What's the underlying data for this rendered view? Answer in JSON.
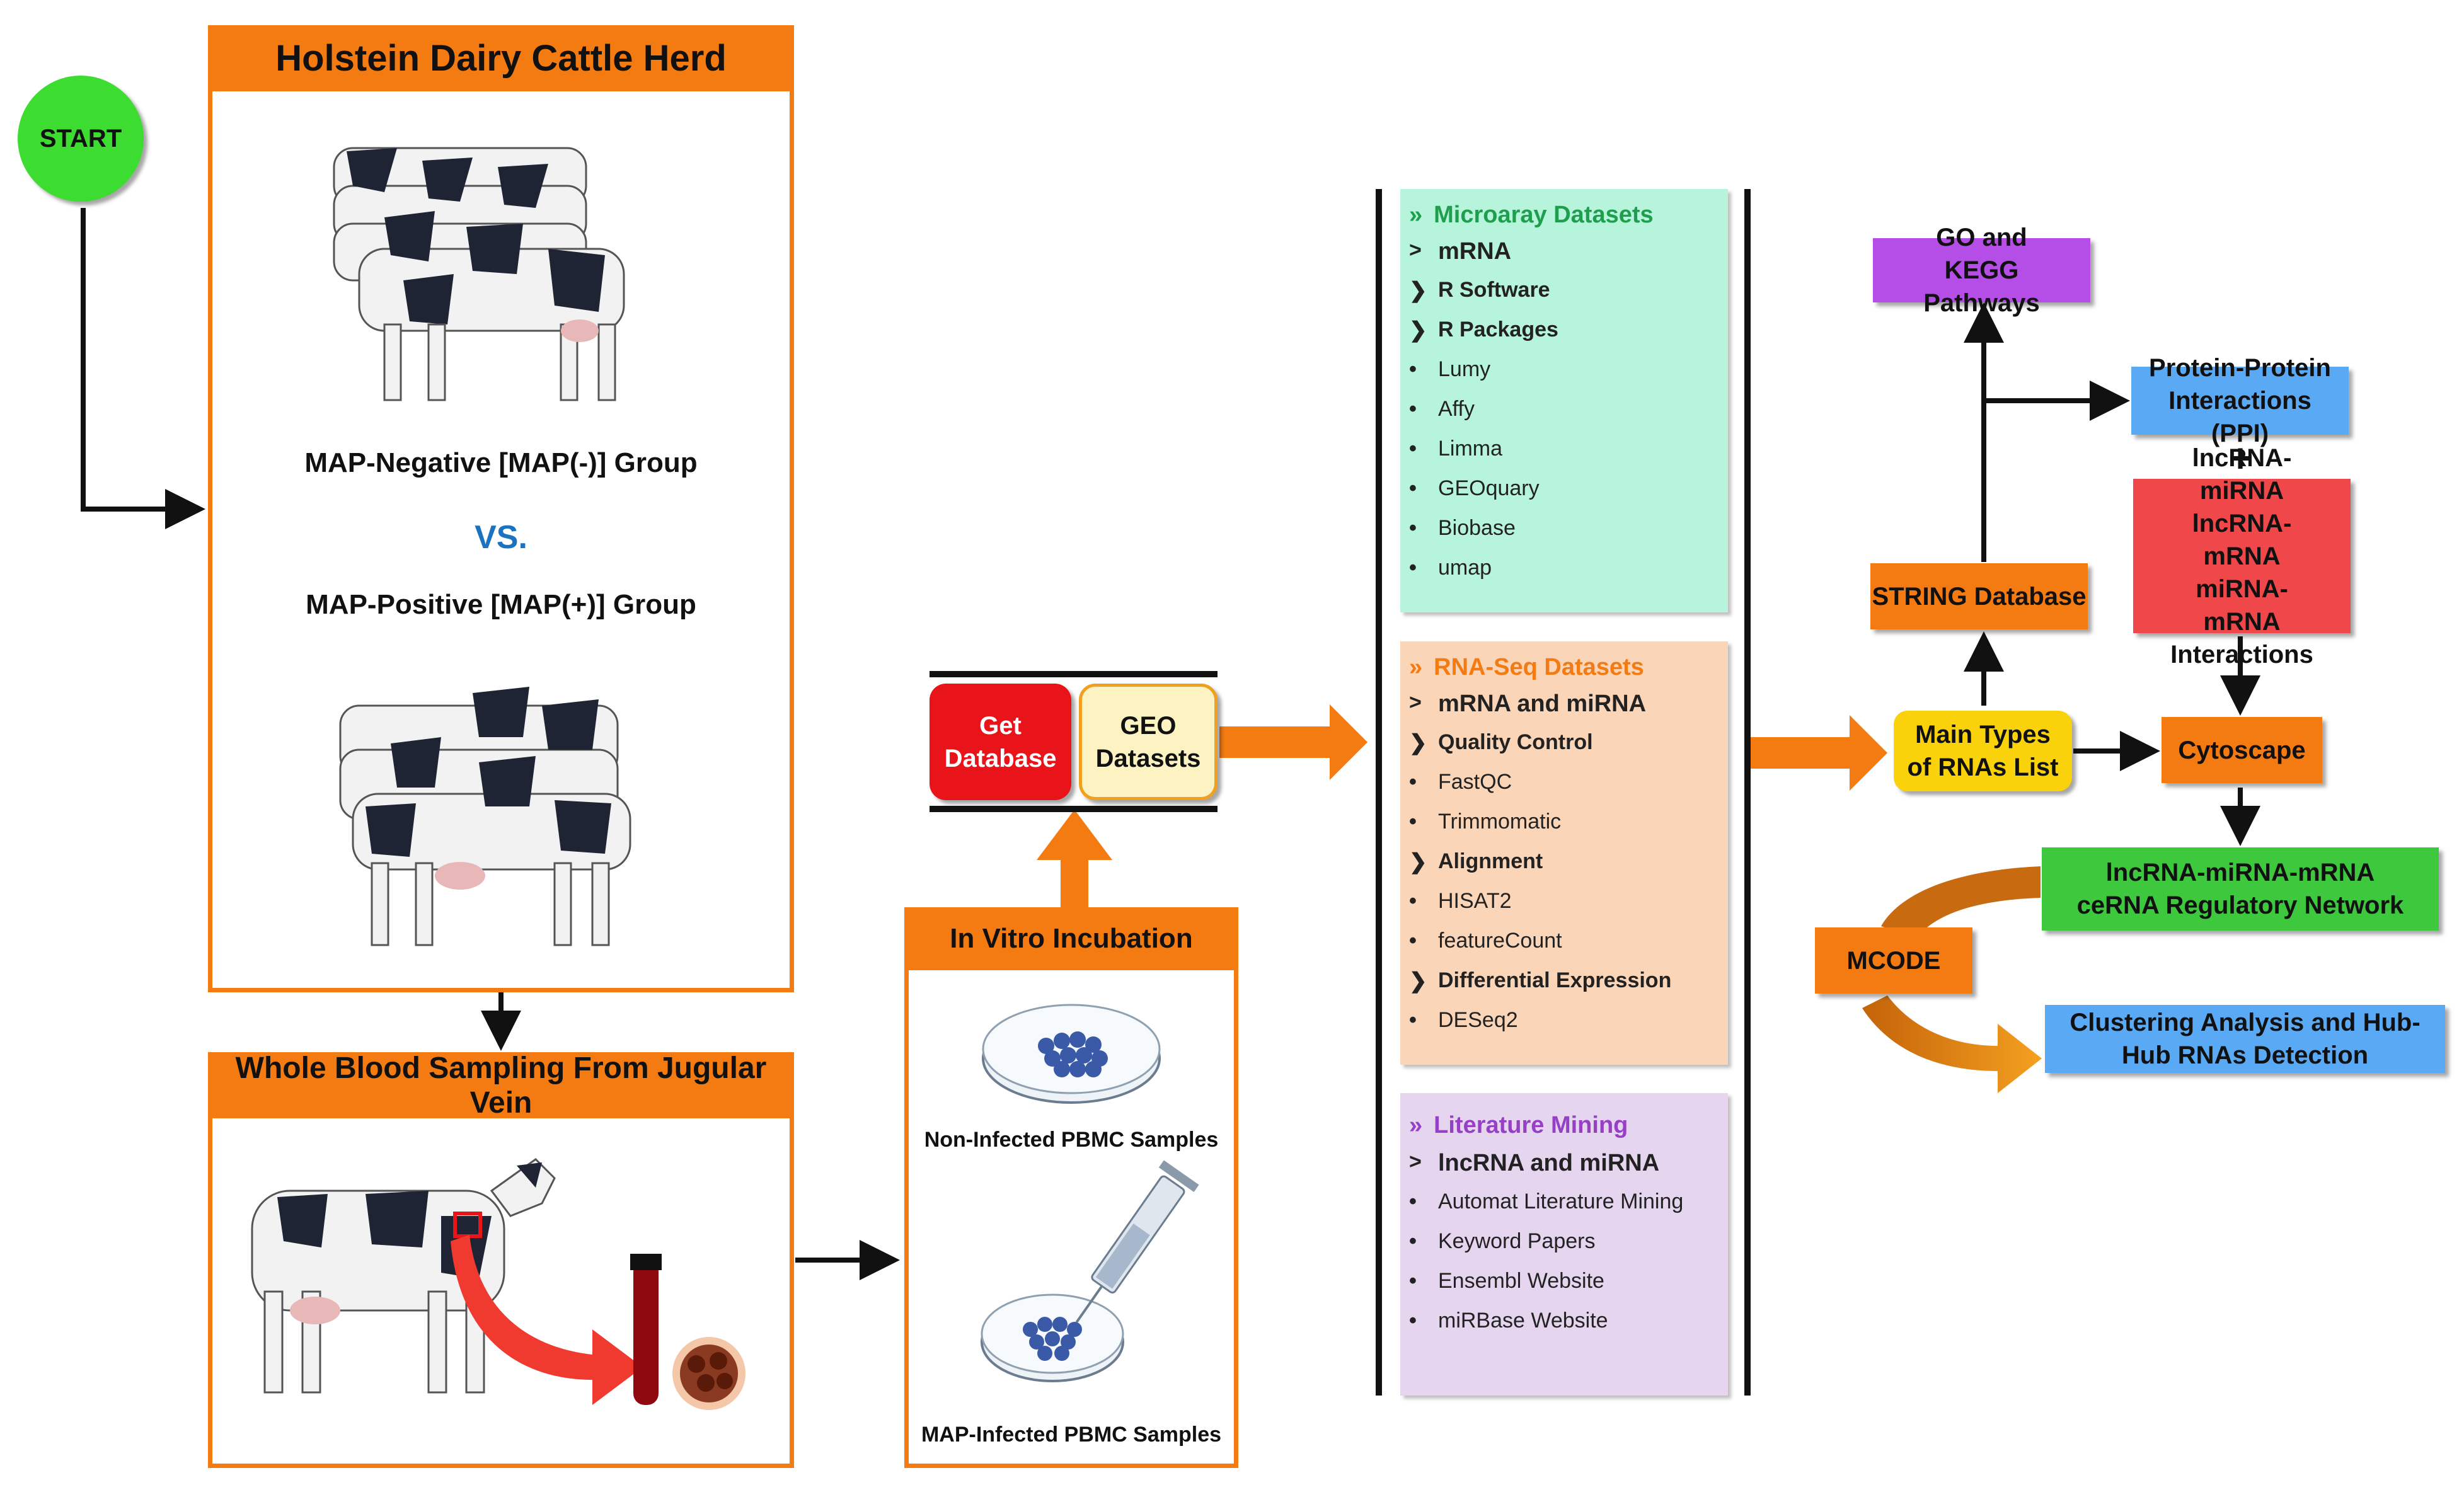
{
  "start": "START",
  "herd": {
    "title": "Holstein Dairy Cattle Herd",
    "group_negative": "MAP-Negative [MAP(-)] Group",
    "vs": "VS.",
    "group_positive": "MAP-Positive [MAP(+)] Group"
  },
  "blood": {
    "title": "Whole Blood Sampling From Jugular Vein"
  },
  "incubation": {
    "title": "In Vitro Incubation",
    "non_infected": "Non-Infected PBMC Samples",
    "infected": "MAP-Infected PBMC Samples"
  },
  "database": {
    "get": "Get Database",
    "geo": "GEO Datasets"
  },
  "microarray": {
    "header": "Microaray Datasets",
    "items": [
      {
        "marker": ">",
        "text": "mRNA",
        "style": "sub"
      },
      {
        "marker": "❯",
        "text": "R Software",
        "style": "bold"
      },
      {
        "marker": "❯",
        "text": "R Packages",
        "style": "bold"
      },
      {
        "marker": "•",
        "text": "Lumy",
        "style": "normal"
      },
      {
        "marker": "•",
        "text": "Affy",
        "style": "normal"
      },
      {
        "marker": "•",
        "text": "Limma",
        "style": "normal"
      },
      {
        "marker": "•",
        "text": "GEOquary",
        "style": "normal"
      },
      {
        "marker": "•",
        "text": "Biobase",
        "style": "normal"
      },
      {
        "marker": "•",
        "text": "umap",
        "style": "normal"
      }
    ]
  },
  "rnaseq": {
    "header": "RNA-Seq Datasets",
    "items": [
      {
        "marker": ">",
        "text": "mRNA and miRNA",
        "style": "sub"
      },
      {
        "marker": "❯",
        "text": "Quality Control",
        "style": "bold"
      },
      {
        "marker": "•",
        "text": "FastQC",
        "style": "normal"
      },
      {
        "marker": "•",
        "text": "Trimmomatic",
        "style": "normal"
      },
      {
        "marker": "❯",
        "text": "Alignment",
        "style": "bold"
      },
      {
        "marker": "•",
        "text": "HISAT2",
        "style": "normal"
      },
      {
        "marker": "•",
        "text": "featureCount",
        "style": "normal"
      },
      {
        "marker": "❯",
        "text": "Differential Expression",
        "style": "bold"
      },
      {
        "marker": "•",
        "text": "DESeq2",
        "style": "normal"
      }
    ]
  },
  "literature": {
    "header": "Literature Mining",
    "items": [
      {
        "marker": ">",
        "text": "lncRNA and miRNA",
        "style": "sub"
      },
      {
        "marker": "•",
        "text": "Automat Literature Mining",
        "style": "normal"
      },
      {
        "marker": "•",
        "text": "Keyword Papers",
        "style": "normal"
      },
      {
        "marker": "•",
        "text": "Ensembl Website",
        "style": "normal"
      },
      {
        "marker": "•",
        "text": "miRBase Website",
        "style": "normal"
      }
    ]
  },
  "network": {
    "go_kegg": "GO and KEGG Pathways",
    "ppi": "Protein-Protein Interactions (PPI)",
    "plus": "+",
    "interactions": "lncRNA-miRNA lncRNA-mRNA miRNA-mRNA Interactions",
    "string_db": "STRING Database",
    "main_types": "Main Types of RNAs List",
    "cytoscape": "Cytoscape",
    "cerna": "lncRNA-miRNA-mRNA ceRNA Regulatory Network",
    "mcode": "MCODE",
    "clustering": "Clustering Analysis and Hub-Hub RNAs Detection"
  },
  "colors": {
    "orange": "#f47a12",
    "start_green": "#3ddc30",
    "get_red": "#e8141a",
    "geo_cream": "#fdf3c2",
    "microarray_bg": "#b6f5dc",
    "rnaseq_bg": "#fbd5b8",
    "literature_bg": "#e6d5ef",
    "purple": "#b44ee6",
    "blue": "#5aa9f5",
    "red_box": "#f0484a",
    "yellow": "#f9d20b",
    "green_box": "#3ec83e"
  }
}
